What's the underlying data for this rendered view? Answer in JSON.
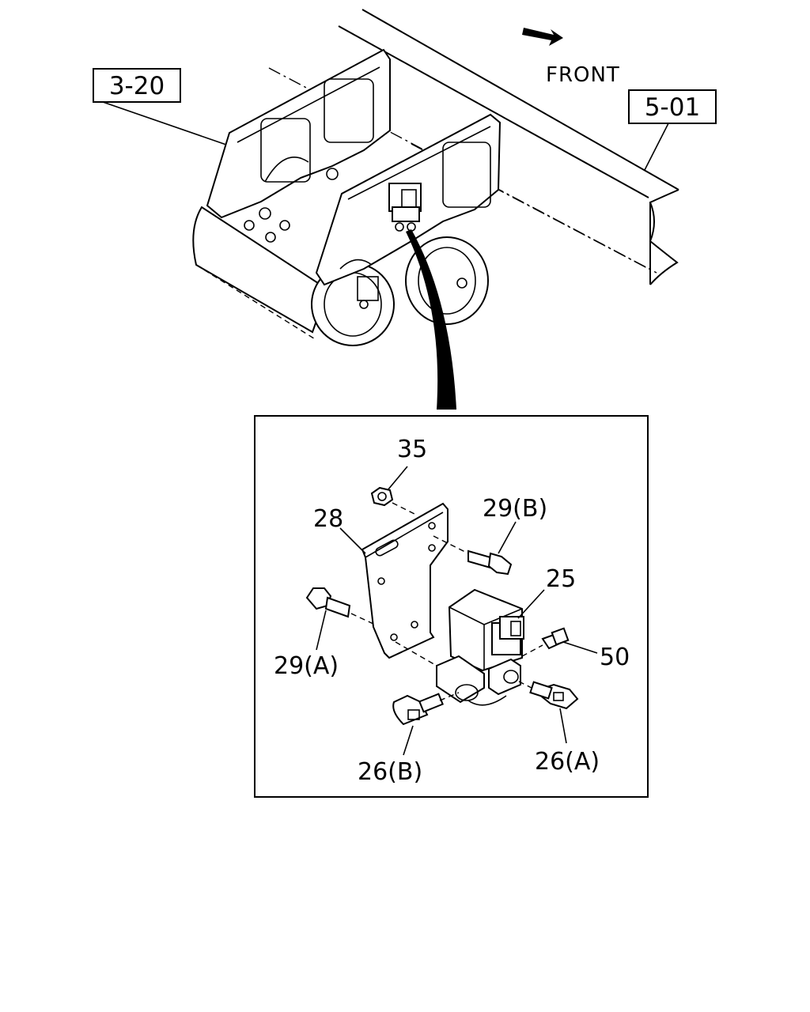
{
  "direction": {
    "label": "FRONT",
    "arrow_icon": "arrow-right-icon"
  },
  "references": [
    {
      "id": "ref-3-20",
      "label": "3-20"
    },
    {
      "id": "ref-5-01",
      "label": "5-01"
    }
  ],
  "parts": {
    "p35": "35",
    "p28": "28",
    "p29b": "29(B)",
    "p25": "25",
    "p29a": "29(A)",
    "p50": "50",
    "p26b": "26(B)",
    "p26a": "26(A)"
  }
}
